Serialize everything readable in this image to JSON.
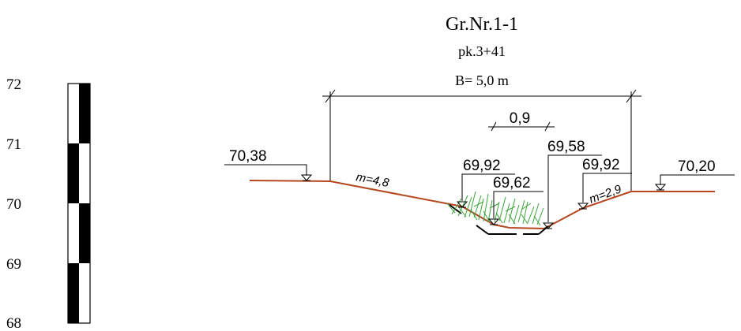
{
  "section": {
    "title": "Gr.Nr.1-1",
    "station": "pk.3+41",
    "width_label": "B= 5,0 m",
    "bottom_width": "0,9"
  },
  "scale": {
    "labels": [
      "72",
      "71",
      "70",
      "69",
      "68"
    ]
  },
  "levels": {
    "left_top": "70,38",
    "left_bank": "69,92",
    "left_bottom": "69,62",
    "right_bottom": "69,58",
    "right_bank": "69,92",
    "right_top": "70,20"
  },
  "slopes": {
    "left": "m=4,8",
    "right": "m=2,9"
  },
  "colors": {
    "ground": "#b5471f",
    "grass": "#3aa63a"
  }
}
